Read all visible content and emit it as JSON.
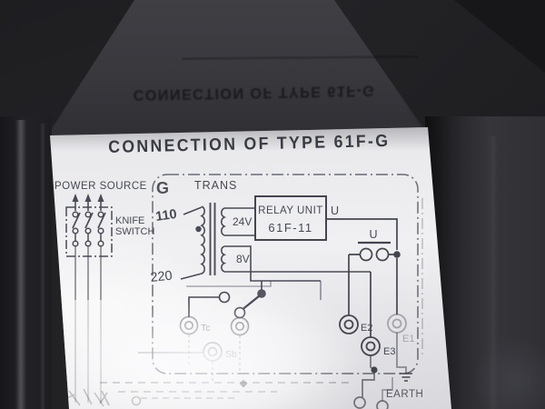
{
  "diagram": {
    "title": "CONNECTION OF TYPE 61F-G",
    "power_source": "POWER SOURCE",
    "knife_switch": {
      "line1": "KNIFE",
      "line2": "SWITCH"
    },
    "transformer": {
      "label": "TRANS",
      "primary_tap_top": "110",
      "primary_tap_bottom": "220",
      "secondary_top": "24V",
      "secondary_bottom": "8V"
    },
    "relay_unit": {
      "name": "RELAY UNIT",
      "model": "61F-11",
      "terminal_label": "U",
      "contact_label": "U"
    },
    "terminals": {
      "tc": "Tc",
      "sb": "Sb",
      "e1": "E1",
      "e2": "E2",
      "e3": "E3"
    },
    "earth": "EARTH",
    "stamp_mark": "G"
  },
  "reflection": {
    "title": "CONNECTION OF TYPE 61F-G"
  },
  "colors": {
    "ink": "#474854",
    "label_background": "#ececef",
    "plastic_dark": "#242427",
    "plastic_light": "#3f3f44",
    "stamp": "#4a4156"
  }
}
